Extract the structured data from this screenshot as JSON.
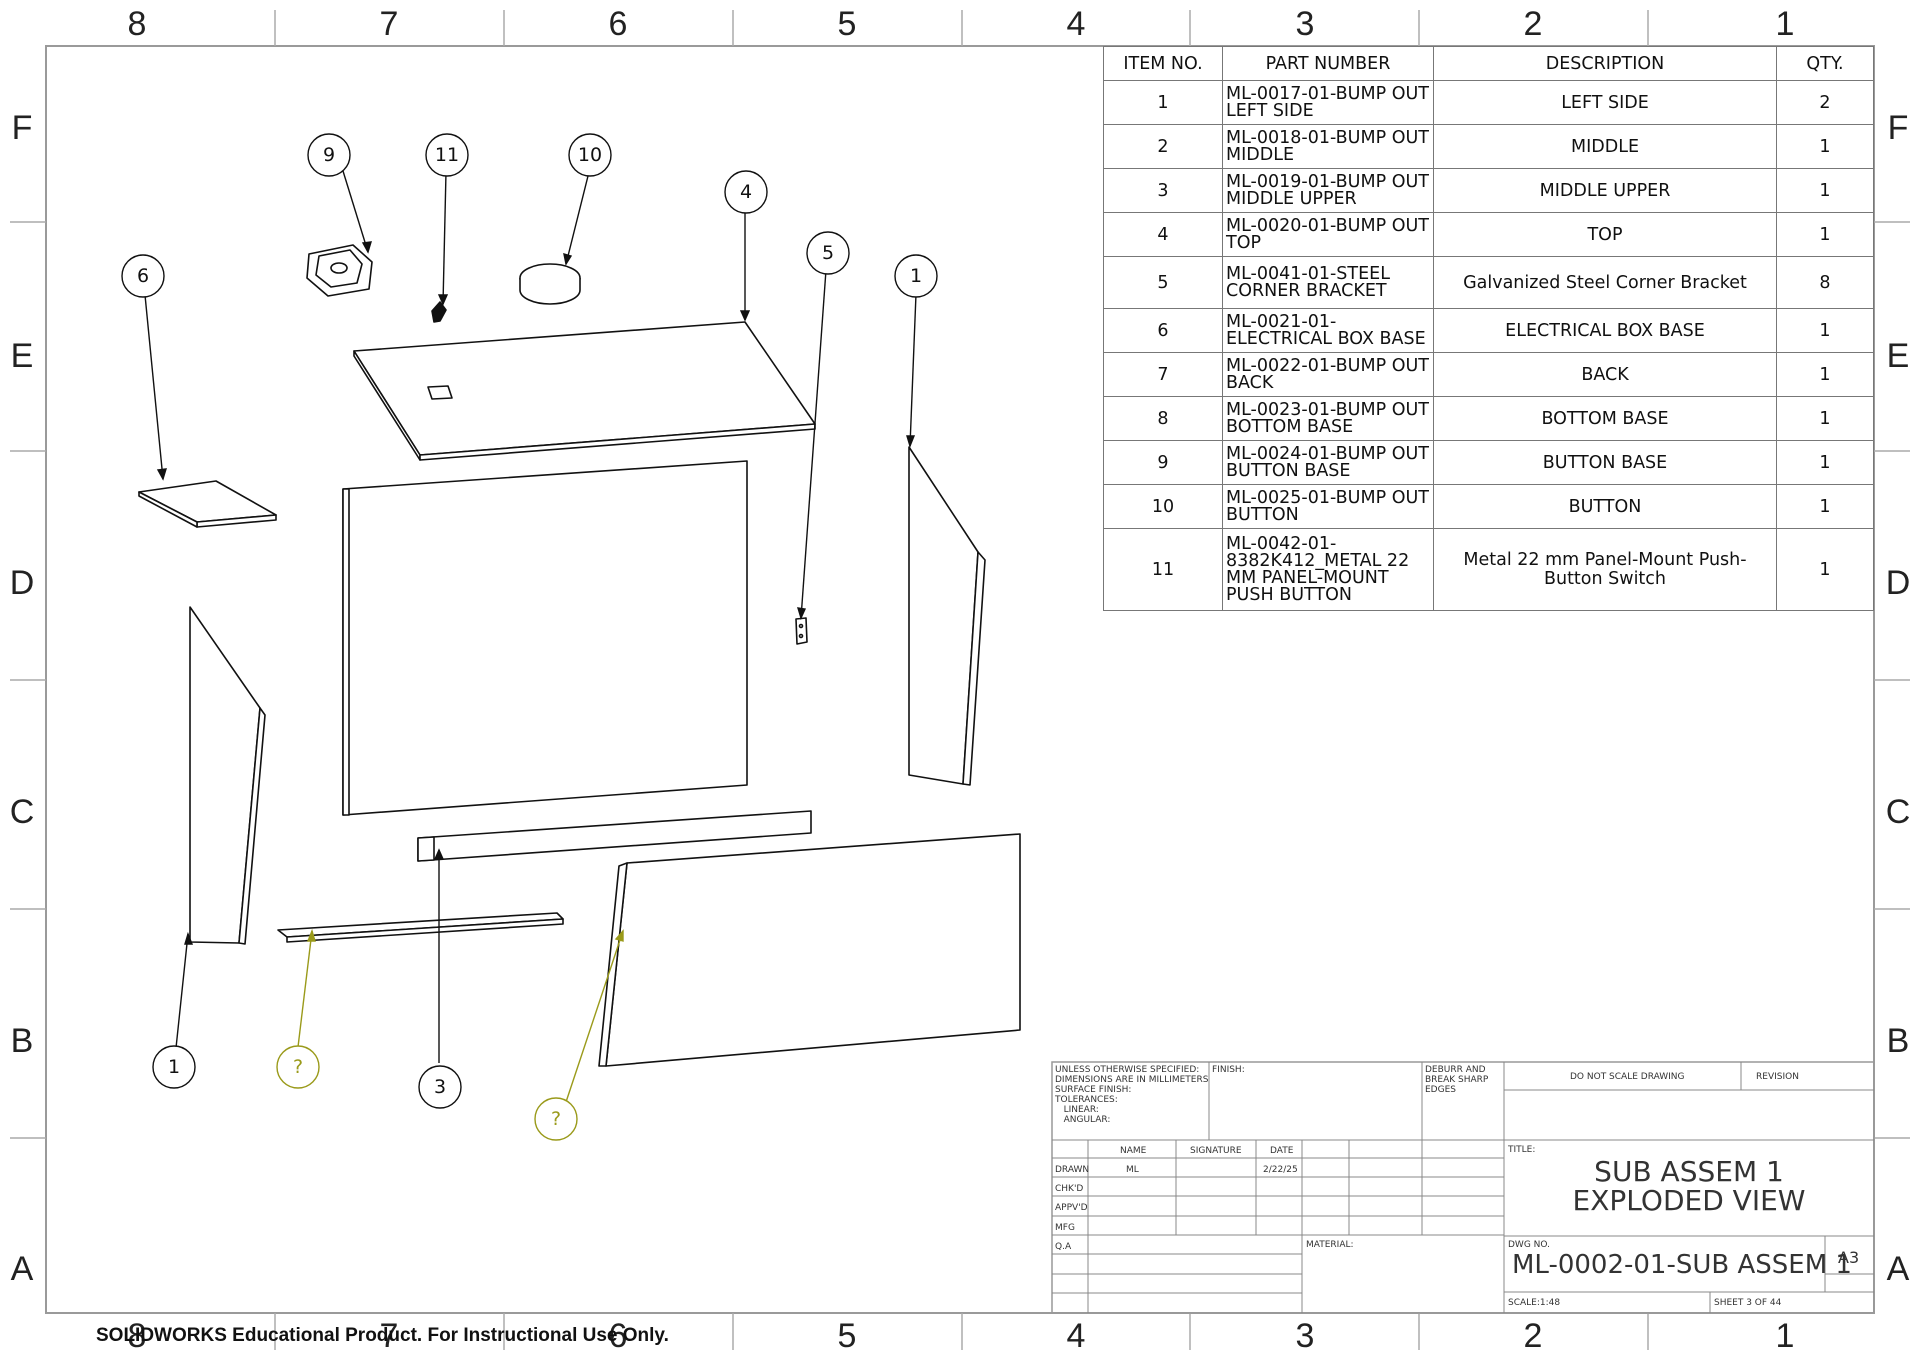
{
  "zones": {
    "columns": [
      "8",
      "7",
      "6",
      "5",
      "4",
      "3",
      "2",
      "1"
    ],
    "rows": [
      "F",
      "E",
      "D",
      "C",
      "B",
      "A"
    ]
  },
  "bom": {
    "headers": {
      "item": "ITEM NO.",
      "part": "PART NUMBER",
      "desc": "DESCRIPTION",
      "qty": "QTY."
    },
    "rows": [
      {
        "item": "1",
        "part": [
          "ML-0017-01-BUMP OUT",
          "LEFT SIDE"
        ],
        "desc": "LEFT SIDE",
        "qty": "2"
      },
      {
        "item": "2",
        "part": [
          "ML-0018-01-BUMP OUT",
          "MIDDLE"
        ],
        "desc": "MIDDLE",
        "qty": "1"
      },
      {
        "item": "3",
        "part": [
          "ML-0019-01-BUMP OUT",
          "MIDDLE UPPER"
        ],
        "desc": "MIDDLE UPPER",
        "qty": "1"
      },
      {
        "item": "4",
        "part": [
          "ML-0020-01-BUMP OUT",
          "TOP"
        ],
        "desc": "TOP",
        "qty": "1"
      },
      {
        "item": "5",
        "part": [
          "ML-0041-01-STEEL",
          "CORNER BRACKET"
        ],
        "desc": "Galvanized Steel Corner Bracket",
        "qty": "8"
      },
      {
        "item": "6",
        "part": [
          "ML-0021-01-",
          "ELECTRICAL BOX BASE"
        ],
        "desc": "ELECTRICAL BOX BASE",
        "qty": "1"
      },
      {
        "item": "7",
        "part": [
          "ML-0022-01-BUMP OUT",
          "BACK"
        ],
        "desc": "BACK",
        "qty": "1"
      },
      {
        "item": "8",
        "part": [
          "ML-0023-01-BUMP OUT",
          "BOTTOM BASE"
        ],
        "desc": "BOTTOM BASE",
        "qty": "1"
      },
      {
        "item": "9",
        "part": [
          "ML-0024-01-BUMP OUT",
          "BUTTON BASE"
        ],
        "desc": "BUTTON BASE",
        "qty": "1"
      },
      {
        "item": "10",
        "part": [
          "ML-0025-01-BUMP OUT",
          "BUTTON"
        ],
        "desc": "BUTTON",
        "qty": "1"
      },
      {
        "item": "11",
        "part": [
          "ML-0042-01-",
          "8382K412_METAL 22",
          "MM PANEL-MOUNT",
          "PUSH BUTTON"
        ],
        "desc": [
          "Metal 22 mm Panel-Mount Push-",
          "Button Switch"
        ],
        "qty": "1"
      }
    ]
  },
  "balloons": {
    "b9": "9",
    "b11": "11",
    "b10": "10",
    "b4": "4",
    "b5": "5",
    "b1a": "1",
    "b6": "6",
    "b1b": "1",
    "bq1": "?",
    "b3": "3",
    "bq2": "?"
  },
  "title_block": {
    "tolerance_lines": [
      "UNLESS OTHERWISE SPECIFIED:",
      "DIMENSIONS ARE IN MILLIMETERS",
      "SURFACE FINISH:",
      "TOLERANCES:",
      "   LINEAR:",
      "   ANGULAR:"
    ],
    "finish": "FINISH:",
    "deburr": [
      "DEBURR AND",
      "BREAK SHARP",
      "EDGES"
    ],
    "do_not_scale": "DO NOT SCALE DRAWING",
    "revision": "REVISION",
    "col_name": "NAME",
    "col_signature": "SIGNATURE",
    "col_date": "DATE",
    "drawn": "DRAWN",
    "drawn_name": "ML",
    "drawn_date": "2/22/25",
    "chkd": "CHK'D",
    "appvd": "APPV'D",
    "mfg": "MFG",
    "qa": "Q.A",
    "material": "MATERIAL:",
    "title_label": "TITLE:",
    "title_line1": "SUB ASSEM 1",
    "title_line2": "EXPLODED VIEW",
    "dwg_no_label": "DWG NO.",
    "dwg_no": "ML-0002-01-SUB ASSEM 1",
    "size": "A3",
    "scale": "SCALE:1:48",
    "sheet": "SHEET 3 OF 44"
  },
  "watermark": "SOLIDWORKS Educational Product. For Instructional Use Only.",
  "colors": {
    "line": "#111111",
    "frame": "#9a9a9a",
    "unassigned_balloon": "#9a9a1a"
  }
}
